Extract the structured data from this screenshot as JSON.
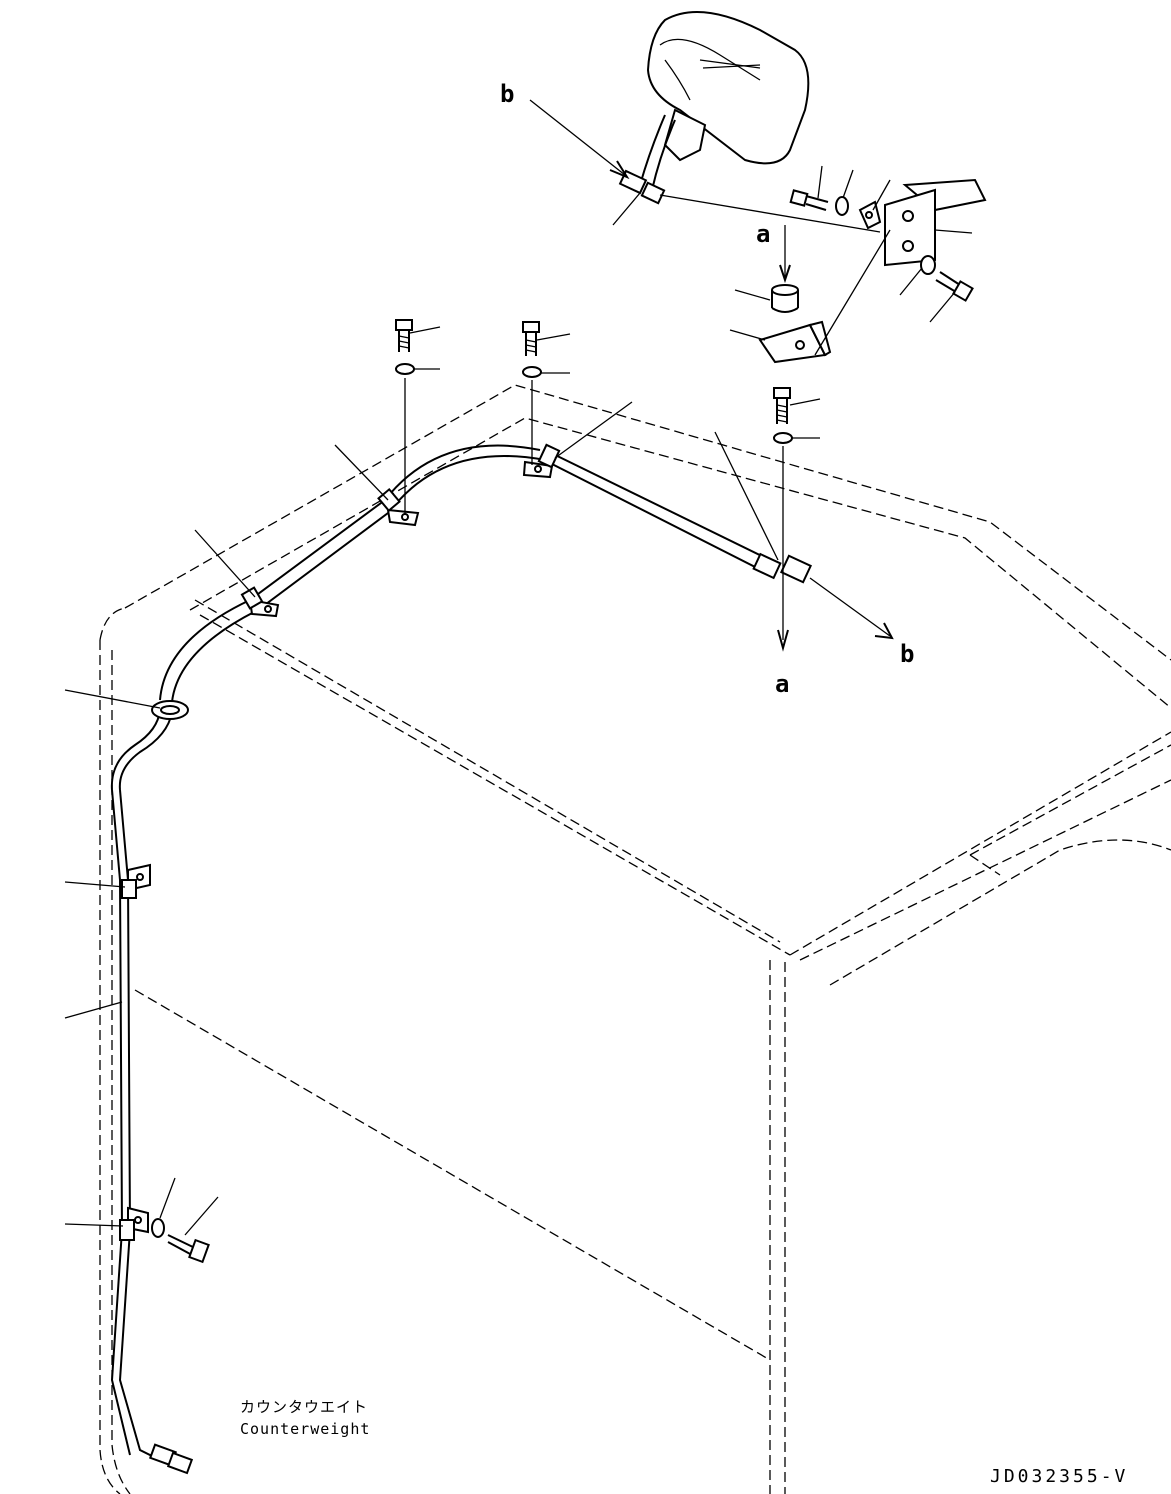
{
  "labels": {
    "a_top": "a",
    "a_bottom": "a",
    "b_top": "b",
    "b_bottom": "b"
  },
  "caption": {
    "japanese": "カウンタウエイト",
    "english": "Counterweight"
  },
  "drawing_code": "JD032355-V"
}
